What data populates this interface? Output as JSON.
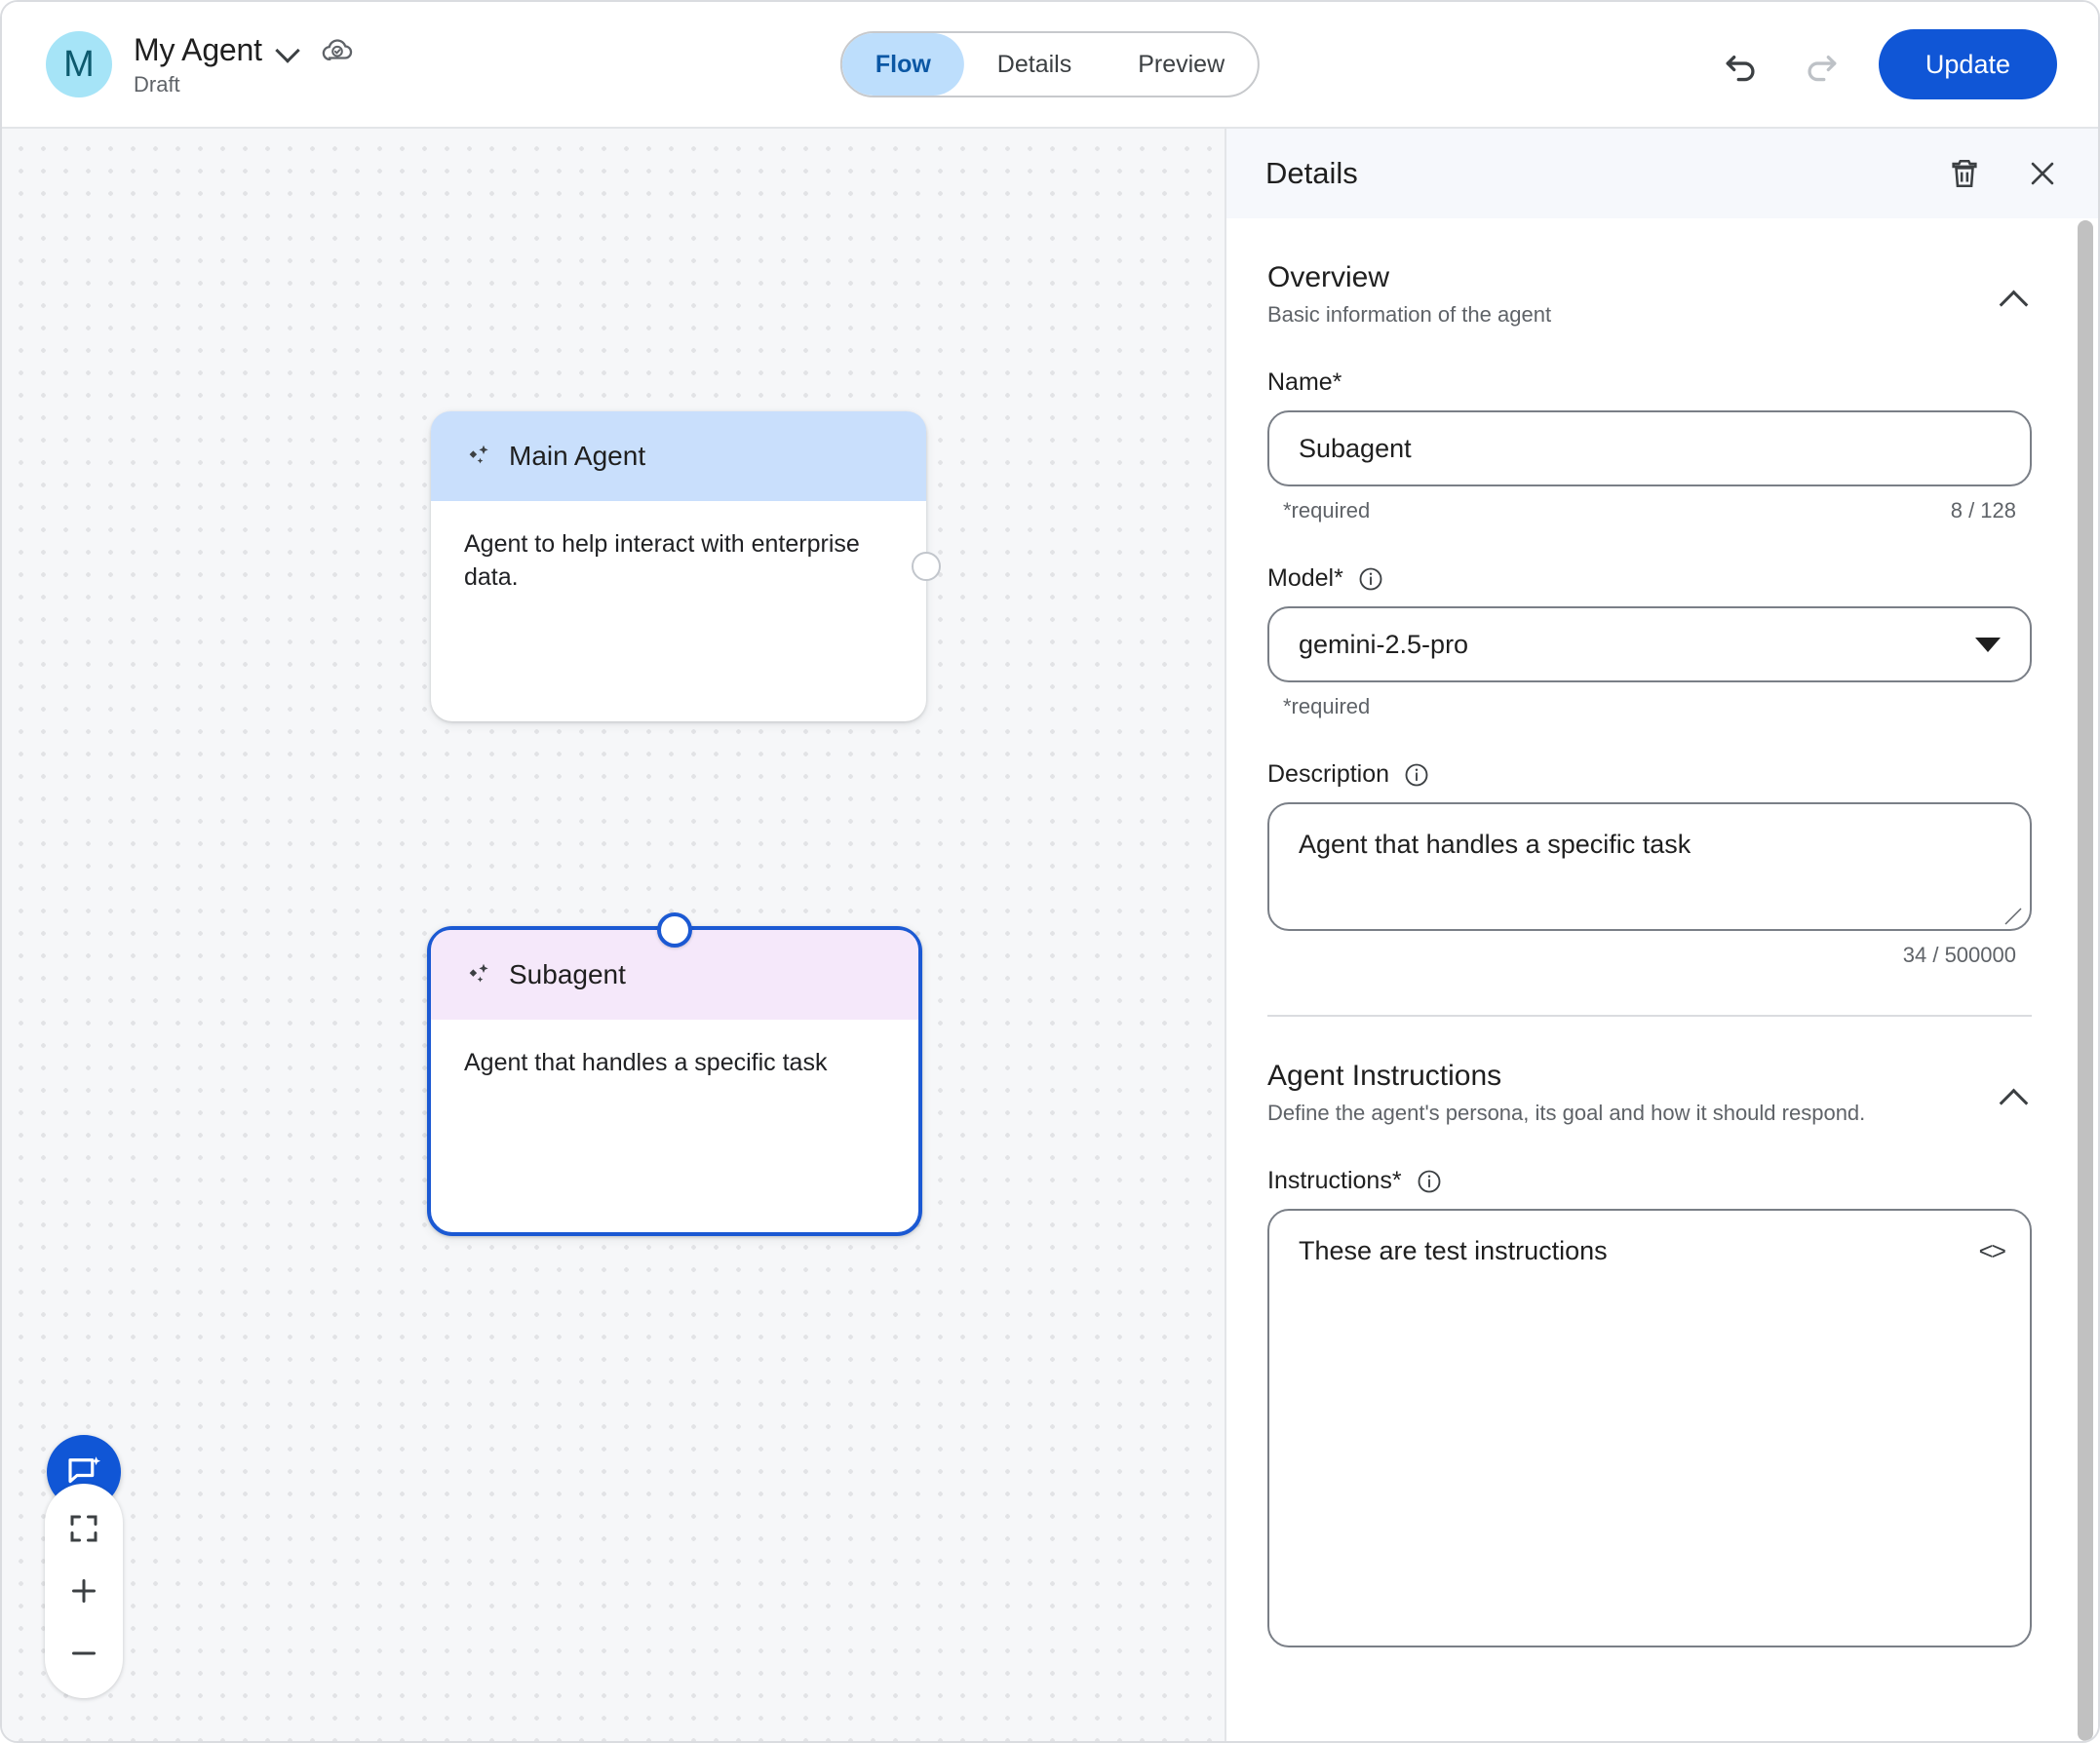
{
  "header": {
    "avatar_initial": "M",
    "title": "My Agent",
    "subtitle": "Draft",
    "title_dropdown_icon": "chevron-down-icon",
    "save_state_icon": "cloud-check-icon",
    "tabs": [
      {
        "label": "Flow",
        "active": true
      },
      {
        "label": "Details",
        "active": false
      },
      {
        "label": "Preview",
        "active": false
      }
    ],
    "undo_icon": "undo-icon",
    "redo_icon": "redo-icon",
    "update_label": "Update",
    "accent_color": "#1056d6"
  },
  "canvas": {
    "nodes": [
      {
        "title": "Main Agent",
        "description": "Agent to help interact with enterprise data.",
        "header_color": "#c9dffc",
        "selected": false
      },
      {
        "title": "Subagent",
        "description": "Agent that handles a specific task",
        "header_color": "#f5e8fa",
        "selected": true
      }
    ],
    "controls": {
      "assistant_icon": "chat-sparkle-icon",
      "fit_screen_icon": "fit-screen-icon",
      "zoom_in_icon": "plus-icon",
      "zoom_out_icon": "minus-icon"
    }
  },
  "panel": {
    "title": "Details",
    "delete_icon": "trash-icon",
    "close_icon": "close-icon",
    "overview": {
      "title": "Overview",
      "subtitle": "Basic information of the agent",
      "collapse_icon": "chevron-up-icon",
      "name": {
        "label": "Name*",
        "value": "Subagent",
        "required_hint": "*required",
        "counter": "8 / 128"
      },
      "model": {
        "label": "Model*",
        "info_icon": "info-icon",
        "value": "gemini-2.5-pro",
        "required_hint": "*required",
        "dropdown_icon": "caret-down-icon"
      },
      "description": {
        "label": "Description",
        "info_icon": "info-icon",
        "value": "Agent that handles a specific task",
        "counter": "34 / 500000"
      }
    },
    "agent_instructions": {
      "title": "Agent Instructions",
      "subtitle": "Define the agent's persona, its goal and how it should respond.",
      "collapse_icon": "chevron-up-icon",
      "instructions": {
        "label": "Instructions*",
        "info_icon": "info-icon",
        "value": "These are test instructions",
        "code_icon": "code-brackets-icon"
      }
    }
  }
}
